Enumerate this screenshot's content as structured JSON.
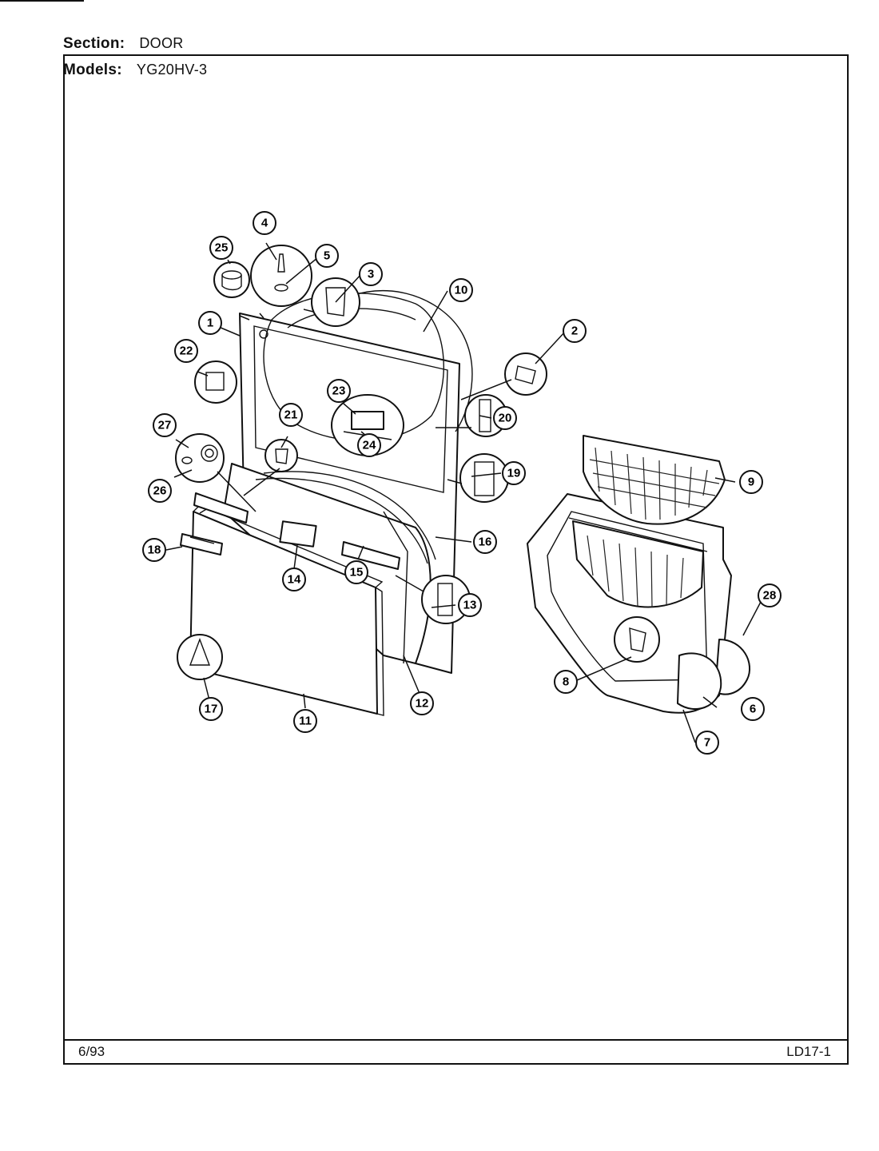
{
  "header": {
    "section_label": "Section:",
    "section_value": "DOOR",
    "models_label": "Models:",
    "models_value": "YG20HV-3"
  },
  "footer": {
    "date": "6/93",
    "code": "LD17-1"
  },
  "callouts": [
    "1",
    "2",
    "3",
    "4",
    "5",
    "6",
    "7",
    "8",
    "9",
    "10",
    "11",
    "12",
    "13",
    "14",
    "15",
    "16",
    "17",
    "18",
    "19",
    "20",
    "21",
    "22",
    "23",
    "24",
    "25",
    "26",
    "27",
    "28"
  ]
}
